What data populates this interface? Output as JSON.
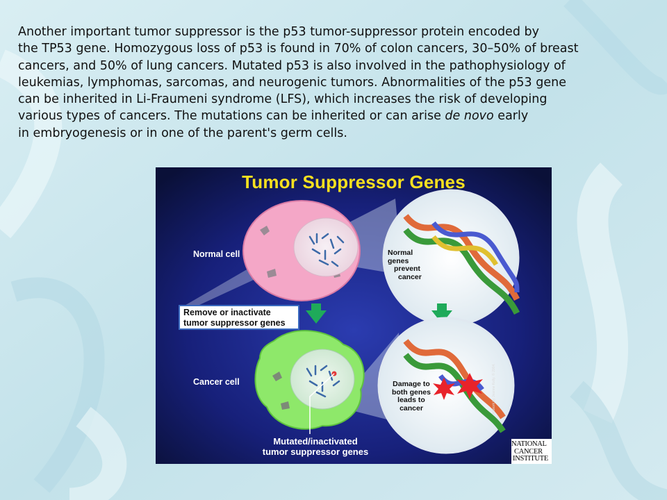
{
  "slide": {
    "paragraph": {
      "line1": "Another important tumor suppressor is the p53 tumor-suppressor protein encoded by",
      "line2": "the TP53 gene. Homozygous loss of p53 is found in 70% of colon cancers, 30–50% of breast",
      "line3": "cancers, and 50% of lung cancers. Mutated p53 is also involved in the pathophysiology of",
      "line4": "leukemias, lymphomas, sarcomas, and neurogenic tumors. Abnormalities of the p53 gene",
      "line5": "can be inherited in Li-Fraumeni syndrome (LFS), which increases the risk of developing",
      "line6_pre": "various types of cancers. The mutations can be inherited or can arise ",
      "line6_em": "de novo",
      "line6_post": " early",
      "line7": "in embryogenesis or in one of the parent's germ cells."
    }
  },
  "figure": {
    "title": "Tumor Suppressor Genes",
    "normal_cell_label": "Normal cell",
    "cancer_cell_label": "Cancer cell",
    "callout": {
      "line1": "Remove or inactivate",
      "line2": "tumor suppressor genes"
    },
    "normal_genes": {
      "line1": "Normal",
      "line2": "genes",
      "line3": "prevent",
      "line4": "cancer"
    },
    "damage": {
      "line1": "Damage to",
      "line2": "both genes",
      "line3": "leads to",
      "line4": "cancer"
    },
    "mutated": {
      "line1": "Mutated/inactivated",
      "line2": "tumor suppressor genes"
    },
    "credit": "Artwork by Jeanne Kelly. © 2004.",
    "logo": {
      "line1": "NATIONAL",
      "line2": "CANCER",
      "line3": "INSTITUTE"
    },
    "colors": {
      "title": "#f7e01f",
      "background_center": "#2a3aa8",
      "background_edge": "#0a1038",
      "normal_cell": "#f4a7c7",
      "cancer_cell": "#8ee86a",
      "arrow": "#1faa5a",
      "callout_border": "#3b6bc0"
    }
  }
}
